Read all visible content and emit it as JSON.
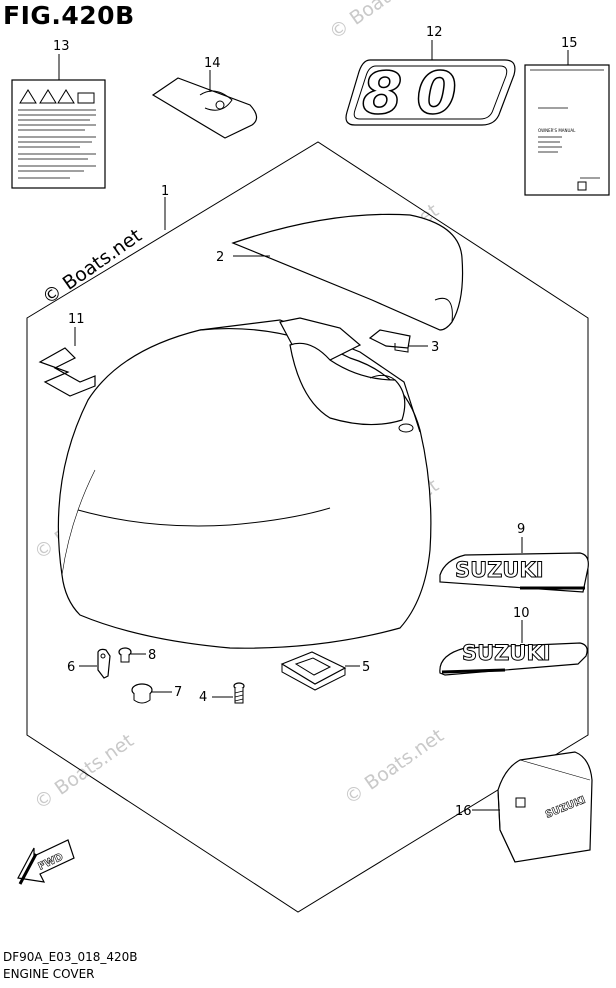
{
  "figure": {
    "title": "FIG.420B",
    "code": "DF90A_E03_018_420B",
    "name": "ENGINE COVER"
  },
  "watermark": "© Boats.net",
  "callouts": [
    "1",
    "2",
    "3",
    "4",
    "5",
    "6",
    "7",
    "8",
    "9",
    "10",
    "11",
    "12",
    "13",
    "14",
    "15",
    "16"
  ],
  "decals": {
    "model_number": "80",
    "brand": "SUZUKI",
    "fwd": "FWD"
  },
  "manual_title": "OWNER'S MANUAL"
}
